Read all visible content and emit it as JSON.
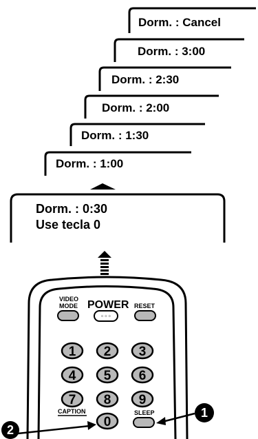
{
  "sleep_steps": [
    "Dorm. : Cancel",
    "Dorm. : 3:00",
    "Dorm. : 2:30",
    "Dorm. : 2:00",
    "Dorm. : 1:30",
    "Dorm. : 1:00"
  ],
  "main_display": {
    "line1": "Dorm. : 0:30",
    "line2": "Use tecla 0"
  },
  "remote": {
    "video_label_1": "VIDEO",
    "video_label_2": "MODE",
    "power_label": "POWER",
    "power_dots": "◦◦◦",
    "reset_label": "RESET",
    "keys": [
      "1",
      "2",
      "3",
      "4",
      "5",
      "6",
      "7",
      "8",
      "9"
    ],
    "caption_label": "CAPTION",
    "zero_label": "0",
    "sleep_label": "SLEEP"
  },
  "callouts": {
    "one": "1",
    "two": "2"
  }
}
